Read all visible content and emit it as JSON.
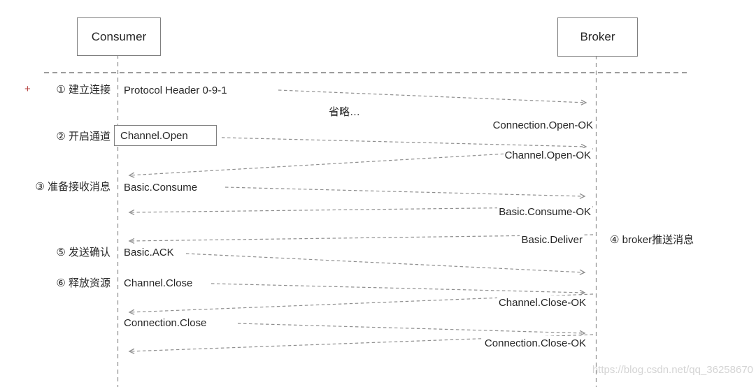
{
  "participants": [
    {
      "name": "Consumer"
    },
    {
      "name": "Broker"
    }
  ],
  "steps": {
    "plus_marker": "+",
    "left": [
      {
        "label": "① 建立连接"
      },
      {
        "label": "② 开启通道"
      },
      {
        "label": "③ 准备接收消息"
      },
      {
        "label": "⑤ 发送确认"
      },
      {
        "label": "⑥ 释放资源"
      }
    ],
    "right": [
      {
        "label": "④ broker推送消息"
      }
    ]
  },
  "messages": {
    "ellipsis": "省略…",
    "requests": [
      {
        "label": "Protocol Header 0-9-1",
        "from": "Consumer",
        "to": "Broker",
        "boxed": false
      },
      {
        "label": "Channel.Open",
        "from": "Consumer",
        "to": "Broker",
        "boxed": true
      },
      {
        "label": "Basic.Consume",
        "from": "Consumer",
        "to": "Broker",
        "boxed": false
      },
      {
        "label": "Basic.ACK",
        "from": "Consumer",
        "to": "Broker",
        "boxed": false
      },
      {
        "label": "Channel.Close",
        "from": "Consumer",
        "to": "Broker",
        "boxed": false
      },
      {
        "label": "Connection.Close",
        "from": "Consumer",
        "to": "Broker",
        "boxed": false
      }
    ],
    "responses": [
      {
        "label": "Connection.Open-OK",
        "from": "Broker",
        "to": "Consumer",
        "arrow_shown": false
      },
      {
        "label": "Channel.Open-OK",
        "from": "Broker",
        "to": "Consumer",
        "arrow_shown": true
      },
      {
        "label": "Basic.Consume-OK",
        "from": "Broker",
        "to": "Consumer",
        "arrow_shown": true
      },
      {
        "label": "Basic.Deliver",
        "from": "Broker",
        "to": "Consumer",
        "arrow_shown": true
      },
      {
        "label": "Channel.Close-OK",
        "from": "Broker",
        "to": "Consumer",
        "arrow_shown": true
      },
      {
        "label": "Connection.Close-OK",
        "from": "Broker",
        "to": "Consumer",
        "arrow_shown": true
      }
    ]
  },
  "watermark": "https://blog.csdn.net/qq_36258670",
  "colors": {
    "line": "#8f8f8f",
    "text": "#262626",
    "box-border": "#7f7f7f",
    "plus": "#b5413f",
    "watermark": "#d4d4d4",
    "bg": "#ffffff"
  }
}
